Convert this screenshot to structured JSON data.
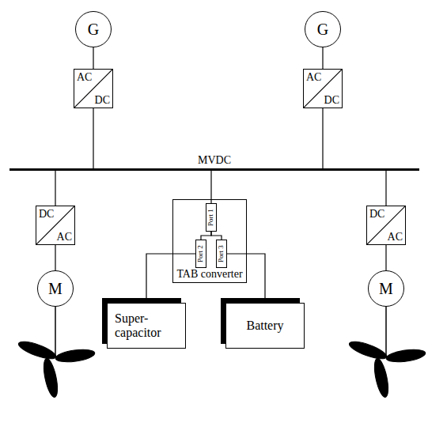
{
  "diagram": {
    "nodes": [
      {
        "text": [
          "G"
        ]
      },
      {
        "text": [
          "G"
        ]
      },
      {
        "text": [
          "AC",
          "DC"
        ]
      },
      {
        "text": [
          "AC",
          "DC"
        ]
      },
      {
        "text": [
          "MVDC"
        ]
      },
      {
        "text": [
          "DC",
          "AC"
        ]
      },
      {
        "text": [
          "TAB converter"
        ]
      },
      {
        "text": [
          "Port 1"
        ],
        "in": 6
      },
      {
        "text": [
          "Port 2"
        ],
        "in": 6
      },
      {
        "text": [
          "Port 3"
        ],
        "in": 6
      },
      {
        "text": [
          "DC",
          "AC"
        ]
      },
      {
        "text": [
          "M"
        ]
      },
      {
        "text": [
          "Super- capacitor"
        ]
      },
      {
        "text": [
          "Battery"
        ]
      },
      {
        "text": [
          "M"
        ]
      }
    ],
    "edges": [
      {
        "from": 0,
        "to": 2,
        "arrow": "none"
      },
      {
        "from": 1,
        "to": 3,
        "arrow": "none"
      },
      {
        "from": 2,
        "to": 4,
        "arrow": "none"
      },
      {
        "from": 3,
        "to": 4,
        "arrow": "none"
      },
      {
        "from": 4,
        "to": 5,
        "arrow": "none"
      },
      {
        "from": 4,
        "to": 7,
        "arrow": "none"
      },
      {
        "from": 4,
        "to": 10,
        "arrow": "none"
      },
      {
        "from": 7,
        "to": 8,
        "arrow": "none"
      },
      {
        "from": 7,
        "to": 9,
        "arrow": "none"
      },
      {
        "from": 8,
        "to": 12,
        "arrow": "none"
      },
      {
        "from": 9,
        "to": 13,
        "arrow": "none"
      },
      {
        "from": 5,
        "to": 11,
        "arrow": "none"
      },
      {
        "from": 10,
        "to": 14,
        "arrow": "none"
      }
    ]
  }
}
